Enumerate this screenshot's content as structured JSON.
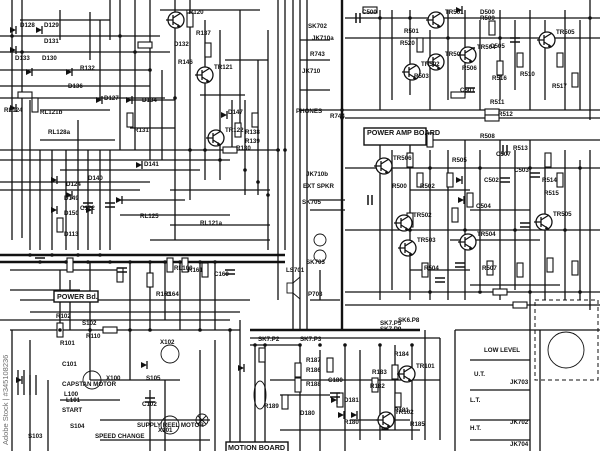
{
  "watermark": "Adobe Stock | #345108236",
  "boards": {
    "power_bd": "POWER Bd.",
    "power_amp_board": "POWER AMP BOARD",
    "motion_board": "MOTION BOARD"
  },
  "inputs": {
    "low_level": "LOW LEVEL",
    "ext_spkr": "EXT SPKR",
    "phones": "PHONES",
    "capstan_motor": "CAPSTAN MOTOR",
    "supply_reel_motor": "SUPPLY REEL MOTOR",
    "speed_change": "SPEED CHANGE",
    "start": "START"
  },
  "transistors": [
    {
      "label": "TR120"
    },
    {
      "label": "TR121"
    },
    {
      "label": "TR122"
    },
    {
      "label": "TR501"
    },
    {
      "label": "TR503"
    },
    {
      "label": "TR504"
    },
    {
      "label": "TR505"
    },
    {
      "label": "TR502"
    },
    {
      "label": "TR506"
    },
    {
      "label": "TR503"
    },
    {
      "label": "TR504"
    },
    {
      "label": "TR505"
    },
    {
      "label": "TR502"
    },
    {
      "label": "TR101"
    },
    {
      "label": "TR102"
    }
  ],
  "labels": [
    {
      "text": "D128"
    },
    {
      "text": "D129"
    },
    {
      "text": "D131"
    },
    {
      "text": "D133"
    },
    {
      "text": "D130"
    },
    {
      "text": "R137"
    },
    {
      "text": "R146"
    },
    {
      "text": "D132"
    },
    {
      "text": "R132"
    },
    {
      "text": "D136"
    },
    {
      "text": "RL124"
    },
    {
      "text": "RL121b"
    },
    {
      "text": "RL128a"
    },
    {
      "text": "D127"
    },
    {
      "text": "R131"
    },
    {
      "text": "D134"
    },
    {
      "text": "D147"
    },
    {
      "text": "R138"
    },
    {
      "text": "R139"
    },
    {
      "text": "R130"
    },
    {
      "text": "D141"
    },
    {
      "text": "D140"
    },
    {
      "text": "D124"
    },
    {
      "text": "D149"
    },
    {
      "text": "C122"
    },
    {
      "text": "D150"
    },
    {
      "text": "D113"
    },
    {
      "text": "RL125"
    },
    {
      "text": "RL121a"
    },
    {
      "text": "RL100"
    },
    {
      "text": "R161"
    },
    {
      "text": "C160"
    },
    {
      "text": "R164"
    },
    {
      "text": "R163"
    },
    {
      "text": "R102"
    },
    {
      "text": "R110"
    },
    {
      "text": "C101"
    },
    {
      "text": "X100"
    },
    {
      "text": "X102"
    },
    {
      "text": "C102"
    },
    {
      "text": "X101"
    },
    {
      "text": "S103"
    },
    {
      "text": "S104"
    },
    {
      "text": "S105"
    },
    {
      "text": "L101"
    },
    {
      "text": "L100"
    },
    {
      "text": "R101"
    },
    {
      "text": "S102"
    },
    {
      "text": "SK702"
    },
    {
      "text": "JK710a"
    },
    {
      "text": "R743"
    },
    {
      "text": "JK710"
    },
    {
      "text": "R744"
    },
    {
      "text": "JK710b"
    },
    {
      "text": "SK705"
    },
    {
      "text": "SK703"
    },
    {
      "text": "LS701"
    },
    {
      "text": "P703"
    },
    {
      "text": "C500"
    },
    {
      "text": "R501"
    },
    {
      "text": "R520"
    },
    {
      "text": "D500"
    },
    {
      "text": "R509"
    },
    {
      "text": "R506"
    },
    {
      "text": "C505"
    },
    {
      "text": "R516"
    },
    {
      "text": "R517"
    },
    {
      "text": "C501"
    },
    {
      "text": "R503"
    },
    {
      "text": "R510"
    },
    {
      "text": "R511"
    },
    {
      "text": "R512"
    },
    {
      "text": "R508"
    },
    {
      "text": "C507"
    },
    {
      "text": "R513"
    },
    {
      "text": "R505"
    },
    {
      "text": "C502"
    },
    {
      "text": "C503"
    },
    {
      "text": "R514"
    },
    {
      "text": "R515"
    },
    {
      "text": "R500"
    },
    {
      "text": "R502"
    },
    {
      "text": "C504"
    },
    {
      "text": "R507"
    },
    {
      "text": "R504"
    },
    {
      "text": "R187"
    },
    {
      "text": "R186"
    },
    {
      "text": "R188"
    },
    {
      "text": "D180"
    },
    {
      "text": "C180"
    },
    {
      "text": "R183"
    },
    {
      "text": "R184"
    },
    {
      "text": "R182"
    },
    {
      "text": "D181"
    },
    {
      "text": "R180"
    },
    {
      "text": "R181"
    },
    {
      "text": "R185"
    },
    {
      "text": "R189"
    },
    {
      "text": "SK7.P3"
    },
    {
      "text": "SK7.P2"
    },
    {
      "text": "JK703"
    },
    {
      "text": "JK702"
    },
    {
      "text": "JK704"
    },
    {
      "text": "SK7.P5"
    },
    {
      "text": "SK7.P9"
    },
    {
      "text": "SK6.P8"
    },
    {
      "text": "U.T."
    },
    {
      "text": "L.T."
    },
    {
      "text": "H.T."
    }
  ]
}
